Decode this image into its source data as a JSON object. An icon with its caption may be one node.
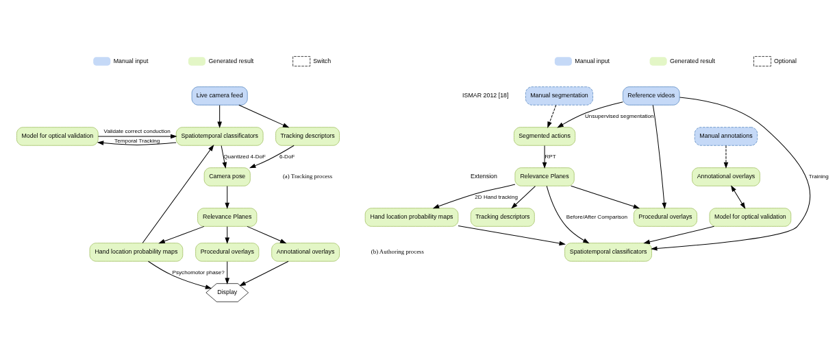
{
  "diagram": {
    "nodes": [
      {
        "text": [
          "Live camera feed"
        ]
      },
      {
        "text": [
          "Spatiotemporal classificators"
        ]
      },
      {
        "text": [
          "Model for optical validation"
        ]
      },
      {
        "text": [
          "Camera pose"
        ]
      },
      {
        "text": [
          "Relevance Planes"
        ]
      },
      {
        "text": [
          "Annotational overlays"
        ]
      },
      {
        "text": [
          "Hand location probability maps"
        ]
      },
      {
        "text": [
          "Procedural overlays"
        ]
      },
      {
        "text": [
          "Tracking descriptors"
        ]
      },
      {
        "text": [
          "Display"
        ]
      },
      {
        "text": [
          "Reference videos"
        ]
      },
      {
        "text": [
          "Manual segmentation"
        ]
      },
      {
        "text": [
          "Manual annotations"
        ]
      },
      {
        "text": [
          "Procedural overlays"
        ]
      },
      {
        "text": [
          "Annotational overlays"
        ]
      },
      {
        "text": [
          "Segmented actions"
        ]
      },
      {
        "text": [
          "Spatiotemporal classificators"
        ]
      },
      {
        "text": [
          "Tracking descriptors"
        ]
      },
      {
        "text": [
          "Model for optical validation"
        ]
      },
      {
        "text": [
          "Relevance Planes"
        ]
      },
      {
        "text": [
          "Hand location probability maps"
        ]
      }
    ],
    "edges": [
      {
        "from": 0,
        "to": 1,
        "arrow": "to"
      },
      {
        "from": 0,
        "to": 8,
        "arrow": "to"
      },
      {
        "from": 1,
        "to": 2,
        "arrow": "to",
        "label": "Temporal Tracking"
      },
      {
        "from": 2,
        "to": 1,
        "arrow": "to",
        "label": "Validate correct conduction"
      },
      {
        "from": 1,
        "to": 3,
        "arrow": "to",
        "label": "Quantized 4-DoF"
      },
      {
        "from": 8,
        "to": 3,
        "arrow": "to",
        "label": "6-DoF"
      },
      {
        "from": 3,
        "to": 4,
        "arrow": "to"
      },
      {
        "from": 4,
        "to": 5,
        "arrow": "to"
      },
      {
        "from": 6,
        "to": 1,
        "arrow": "to"
      },
      {
        "from": 4,
        "to": 6,
        "arrow": "to"
      },
      {
        "from": 4,
        "to": 7,
        "arrow": "to"
      },
      {
        "from": 5,
        "to": 9,
        "arrow": "to"
      },
      {
        "from": 6,
        "to": 9,
        "arrow": "to",
        "label": "Psychomotor phase?"
      },
      {
        "from": 7,
        "to": 9,
        "arrow": "to"
      },
      {
        "from": 10,
        "to": 15,
        "arrow": "to",
        "label": "Unsupervised segmentation"
      },
      {
        "from": 11,
        "to": 15,
        "arrow": "to",
        "style": "dashed"
      },
      {
        "from": 10,
        "to": 13,
        "arrow": "to"
      },
      {
        "from": 12,
        "to": 14,
        "arrow": "to",
        "style": "dashed"
      },
      {
        "from": 10,
        "to": 16,
        "arrow": "to",
        "label": "Training"
      },
      {
        "from": 15,
        "to": 19,
        "arrow": "to",
        "label": "RPT"
      },
      {
        "from": 19,
        "to": 13,
        "arrow": "to"
      },
      {
        "from": 19,
        "to": 16,
        "arrow": "to",
        "label": "Before/After Comparison"
      },
      {
        "from": 14,
        "to": 18,
        "arrow": "both"
      },
      {
        "from": 19,
        "to": 17,
        "arrow": "to"
      },
      {
        "from": 19,
        "to": 20,
        "arrow": "to",
        "label": "2D Hand tracking"
      },
      {
        "from": 18,
        "to": 16,
        "arrow": "to"
      },
      {
        "from": 20,
        "to": 16,
        "arrow": "to"
      }
    ],
    "labels": [
      "ISMAR 2012 [18]",
      "Extension",
      "(a) Tracking process",
      "(b) Authoring process"
    ],
    "legend": [
      {
        "text": "Manual input",
        "color": "#c5d9f7"
      },
      {
        "text": "Generated result",
        "color": "#e3f6c6"
      },
      {
        "text": "Switch"
      },
      {
        "text": "Manual input",
        "color": "#c5d9f7"
      },
      {
        "text": "Generated result",
        "color": "#e3f6c6"
      },
      {
        "text": "Optional"
      }
    ]
  }
}
